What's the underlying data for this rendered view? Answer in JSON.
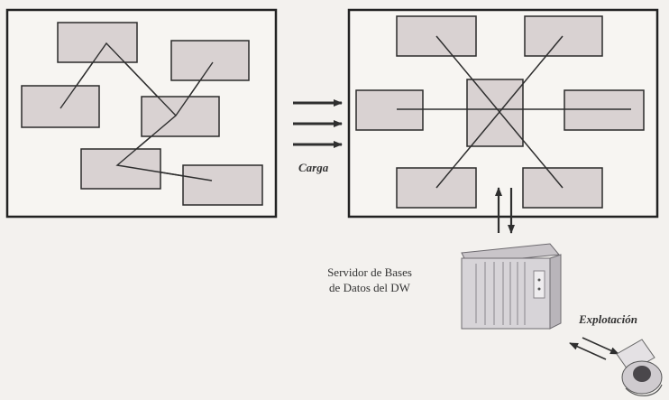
{
  "labels": {
    "carga": "Carga",
    "server_line1": "Servidor de Bases",
    "server_line2": "de Datos del DW",
    "explotacion": "Explotación"
  },
  "colors": {
    "box_fill": "#d9d2d2",
    "box_stroke": "#2b2b2b",
    "frame_stroke": "#222222",
    "line": "#2f2f2f",
    "paper": "#f3f1ee"
  }
}
